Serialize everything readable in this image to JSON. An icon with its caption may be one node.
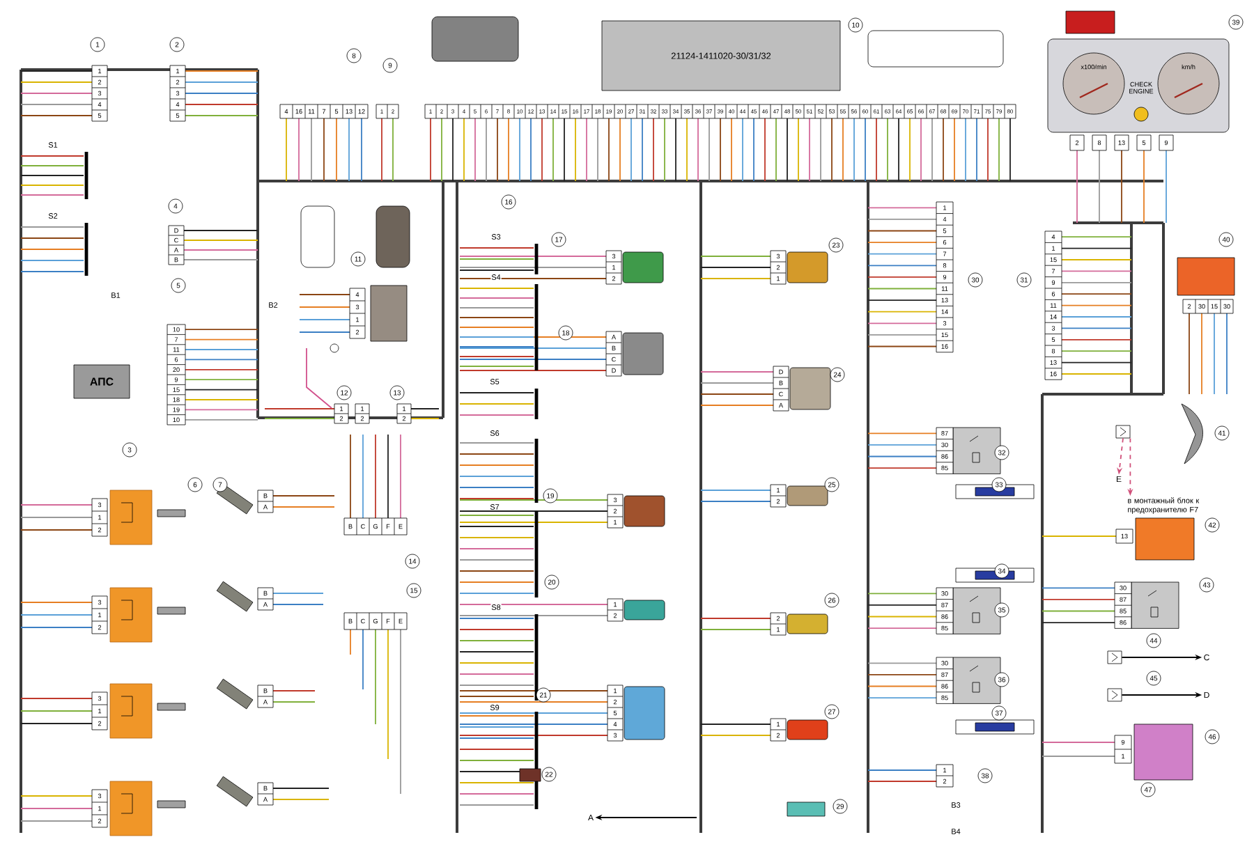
{
  "diagram": {
    "nodes": [
      {
        "text": [
          "21124-1411020-30/31/32"
        ]
      },
      {
        "text": [
          "1",
          "2",
          "3",
          "4",
          "5",
          "6",
          "7",
          "8",
          "10",
          "12",
          "13",
          "14",
          "15",
          "16",
          "17",
          "18",
          "19",
          "20",
          "27",
          "31",
          "32",
          "33",
          "34",
          "35",
          "36",
          "37",
          "39",
          "40",
          "44",
          "45",
          "46",
          "47",
          "48",
          "50",
          "51",
          "52",
          "53",
          "55",
          "56",
          "60",
          "61",
          "63",
          "64",
          "65",
          "66",
          "67",
          "68",
          "69",
          "70",
          "71",
          "75",
          "79",
          "80"
        ]
      },
      {
        "text": [
          "4",
          "16",
          "11",
          "7",
          "5",
          "13",
          "12"
        ]
      },
      {
        "text": [
          "1",
          "2"
        ]
      },
      {
        "text": [
          "1",
          "2",
          "3",
          "4",
          "5"
        ]
      },
      {
        "text": [
          "1",
          "2",
          "3",
          "4",
          "5"
        ]
      },
      {
        "text": [
          "D",
          "C",
          "A",
          "B"
        ]
      },
      {
        "text": [
          "10",
          "7",
          "11",
          "6",
          "20",
          "9",
          "15",
          "18",
          "19",
          "10"
        ]
      },
      {
        "text": [
          "АПС"
        ]
      },
      {
        "text": [
          "4",
          "3",
          "1",
          "2"
        ]
      },
      {
        "text": [
          "1",
          "2"
        ]
      },
      {
        "text": [
          "1",
          "2"
        ]
      },
      {
        "text": [
          "1",
          "2"
        ]
      },
      {
        "text": [
          "3",
          "1",
          "2"
        ]
      },
      {
        "text": [
          "3",
          "1",
          "2"
        ]
      },
      {
        "text": [
          "3",
          "1",
          "2"
        ]
      },
      {
        "text": [
          "3",
          "1",
          "2"
        ]
      },
      {
        "text": [
          "B",
          "A"
        ]
      },
      {
        "text": [
          "B",
          "A"
        ]
      },
      {
        "text": [
          "B",
          "A"
        ]
      },
      {
        "text": [
          "B",
          "A"
        ]
      },
      {
        "text": [
          "B",
          "C",
          "G",
          "F",
          "E"
        ]
      },
      {
        "text": [
          "B",
          "C",
          "G",
          "F",
          "E"
        ]
      },
      {
        "text": [
          "3",
          "1",
          "2"
        ]
      },
      {
        "text": [
          "A",
          "B",
          "C",
          "D"
        ]
      },
      {
        "text": [
          "3",
          "2",
          "1"
        ]
      },
      {
        "text": [
          "1",
          "2"
        ]
      },
      {
        "text": [
          "1",
          "2",
          "5",
          "4",
          "3"
        ]
      },
      {
        "text": [
          "3",
          "2",
          "1"
        ]
      },
      {
        "text": [
          "D",
          "B",
          "C",
          "A"
        ]
      },
      {
        "text": [
          "1",
          "2"
        ]
      },
      {
        "text": [
          "2",
          "1"
        ]
      },
      {
        "text": [
          "1",
          "2"
        ]
      },
      {
        "text": [
          "1",
          "4",
          "5",
          "6",
          "7",
          "8",
          "9",
          "11",
          "13",
          "14",
          "3",
          "15",
          "16"
        ]
      },
      {
        "text": [
          "87",
          "30",
          "86",
          "85"
        ]
      },
      {
        "text": [
          "30",
          "87",
          "86",
          "85"
        ]
      },
      {
        "text": [
          "30",
          "87",
          "86",
          "85"
        ]
      },
      {
        "text": [
          "1",
          "2"
        ]
      },
      {
        "text": [
          "4",
          "1",
          "15",
          "7",
          "9",
          "6",
          "11",
          "14",
          "3",
          "5",
          "8",
          "13",
          "16"
        ]
      },
      {
        "text": [
          "x100/min",
          "CHECK ENGINE",
          "km/h"
        ]
      },
      {
        "text": [
          "2",
          "8",
          "13",
          "5",
          "9"
        ]
      },
      {
        "text": [
          "30",
          "87",
          "85",
          "86"
        ]
      },
      {
        "text": [
          "13"
        ]
      },
      {
        "text": [
          "9",
          "1"
        ]
      },
      {
        "text": [
          "2",
          "30",
          "15",
          "30"
        ]
      },
      {
        "text": [],
        "shape": "box"
      },
      {
        "text": [],
        "shape": "box"
      },
      {
        "text": [
          "C"
        ]
      },
      {
        "text": [
          "D"
        ]
      },
      {
        "text": [],
        "shape": "box"
      },
      {
        "text": [
          "E"
        ]
      },
      {
        "text": [
          "в монтажный блок к предохранителю F7"
        ]
      },
      {
        "text": [
          "A"
        ]
      }
    ],
    "edges": [
      {
        "from": 45,
        "to": 47,
        "arrow": "to"
      },
      {
        "from": 46,
        "to": 48,
        "arrow": "to"
      },
      {
        "from": 49,
        "to": 50,
        "arrow": "to",
        "style": "dashed",
        "color": "#d0507a"
      },
      {
        "from": 49,
        "to": 51,
        "arrow": "to",
        "style": "dashed",
        "color": "#d0507a"
      },
      {
        "from": null,
        "to": 52,
        "arrow": "to"
      }
    ],
    "labels": [
      "1",
      "2",
      "3",
      "4",
      "5",
      "6",
      "7",
      "8",
      "9",
      "10",
      "11",
      "12",
      "13",
      "14",
      "15",
      "16",
      "17",
      "18",
      "19",
      "20",
      "21",
      "22",
      "23",
      "24",
      "25",
      "26",
      "27",
      "29",
      "30",
      "31",
      "32",
      "33",
      "34",
      "35",
      "36",
      "37",
      "38",
      "39",
      "40",
      "41",
      "42",
      "43",
      "44",
      "45",
      "46",
      "47",
      "S1",
      "S2",
      "S3",
      "S4",
      "S5",
      "S6",
      "S7",
      "S8",
      "S9",
      "B1",
      "B2",
      "B3",
      "B4"
    ]
  }
}
